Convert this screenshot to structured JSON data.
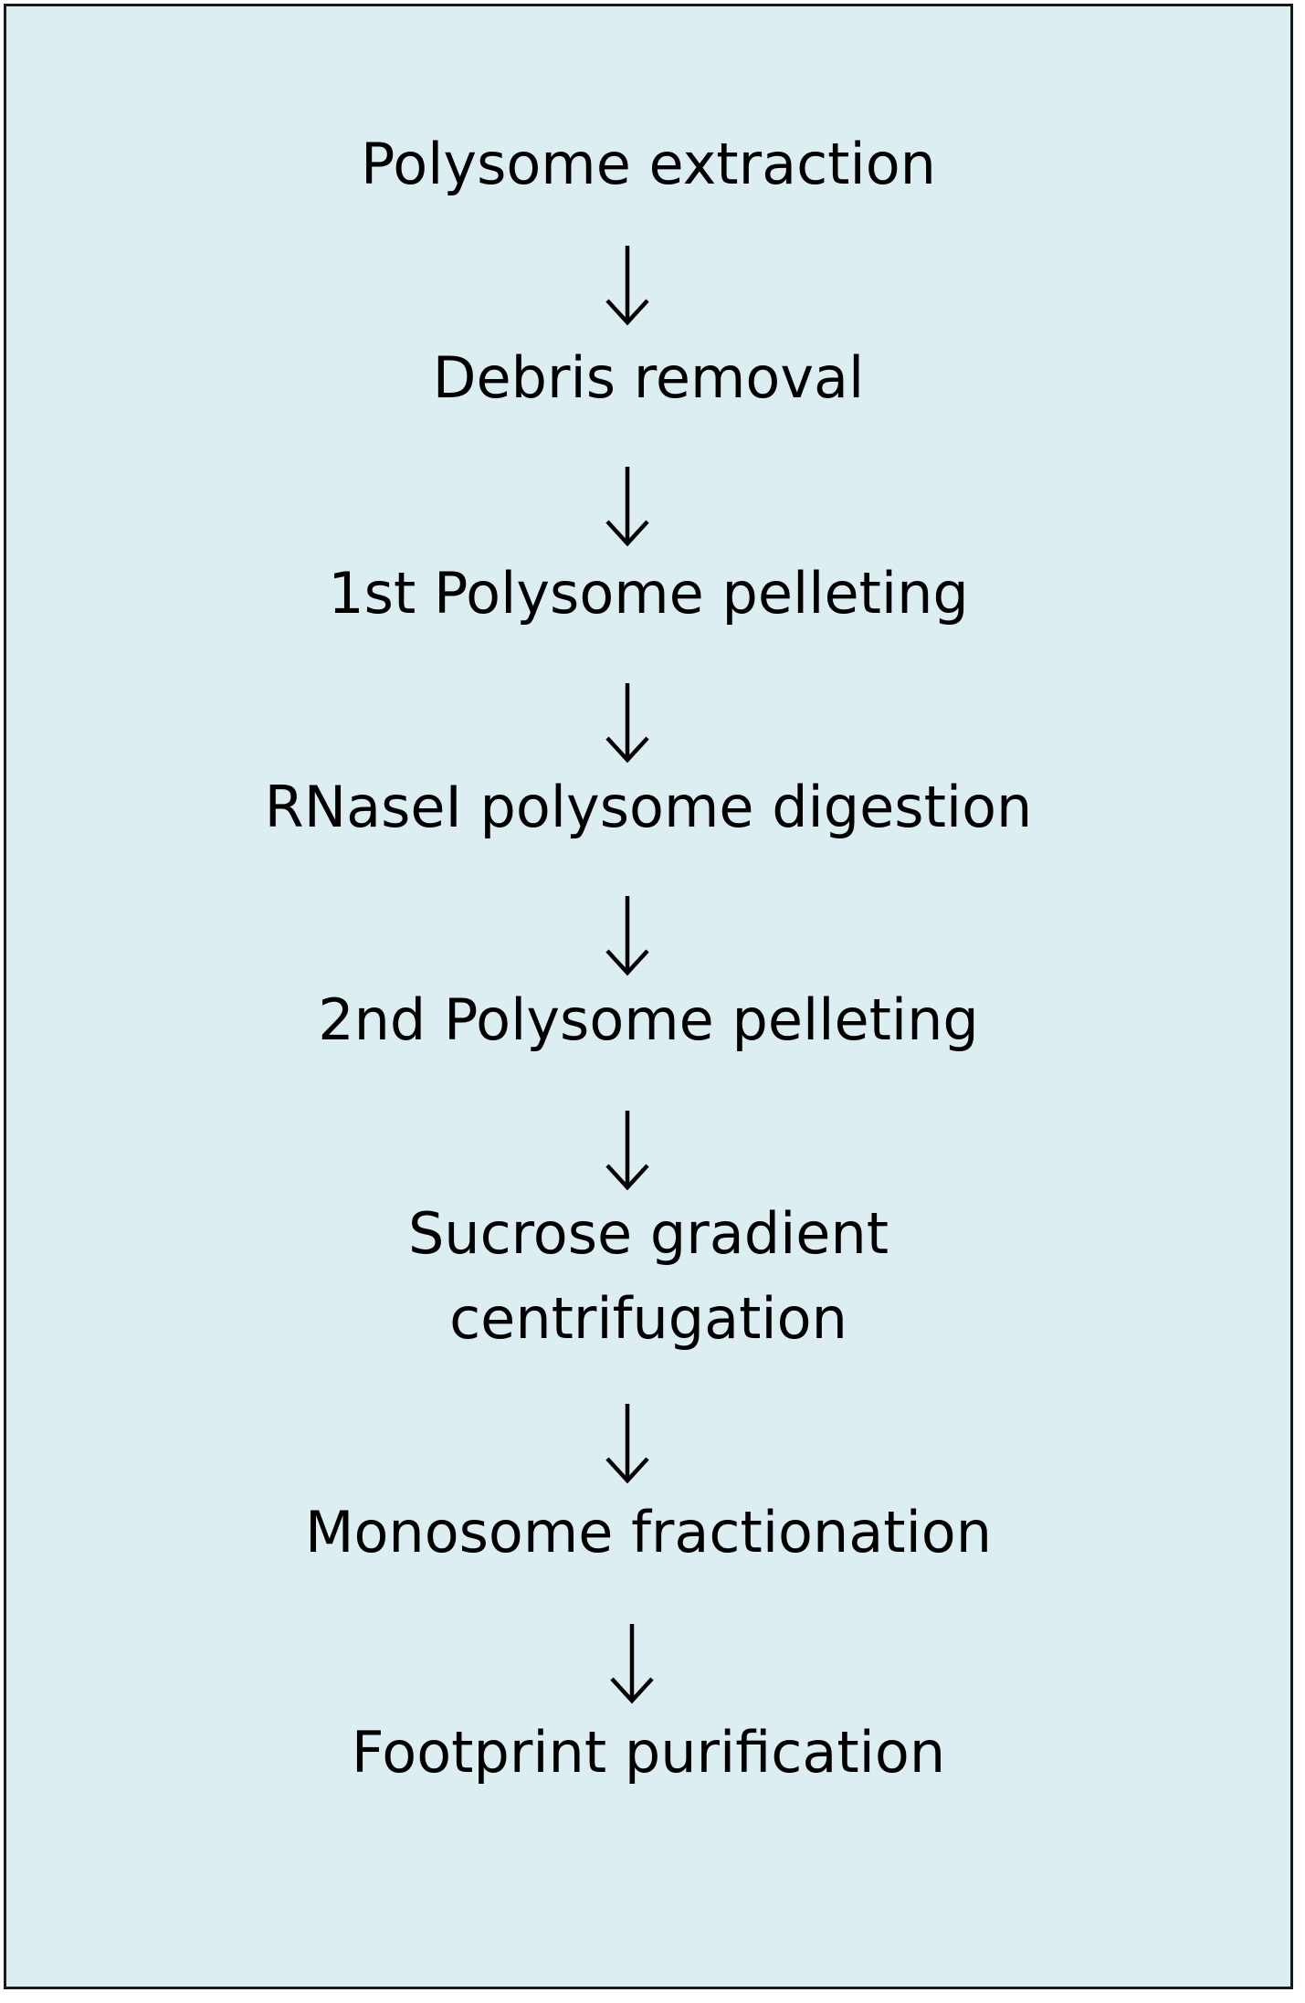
{
  "flowchart": {
    "steps": [
      {
        "label": "Polysome extraction"
      },
      {
        "label": "Debris removal"
      },
      {
        "label": "1st Polysome pelleting"
      },
      {
        "label": "RNaseI polysome digestion"
      },
      {
        "label": "2nd Polysome pelleting"
      },
      {
        "label": "Sucrose gradient",
        "label2": "centrifugation"
      },
      {
        "label": "Monosome fractionation"
      },
      {
        "label": "Footprint purification"
      }
    ],
    "colors": {
      "background": "#ddeef3",
      "border": "#1a1a1a",
      "text": "#000000"
    },
    "arrow_icon": "down-arrow-icon"
  }
}
